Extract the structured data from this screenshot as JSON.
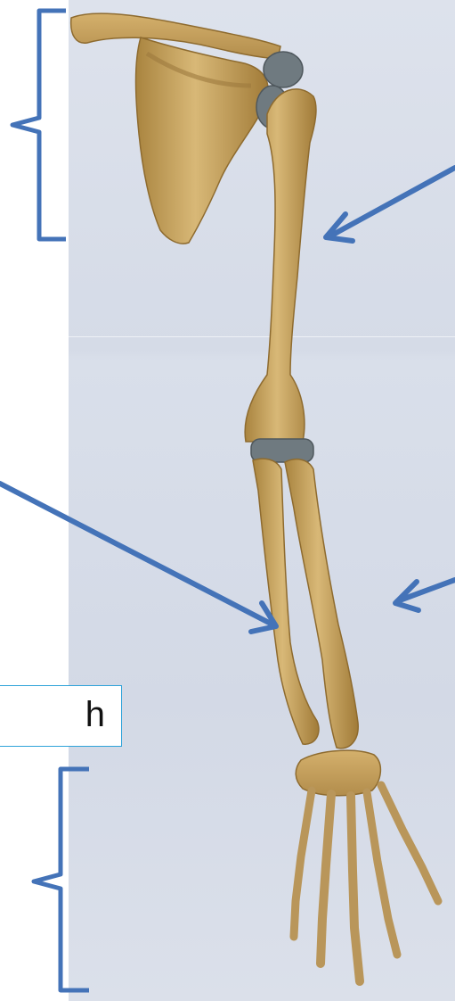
{
  "diagram": {
    "subject": "arm-skeleton-illustration",
    "label_text": "h",
    "colors": {
      "background": "#d9dfea",
      "bone": "#c9a464",
      "bone_shadow": "#9c7a3d",
      "cartilage": "#6f7a80",
      "pointer": "#4473b8",
      "label_border": "#2fa3d9"
    },
    "pointers": [
      {
        "name": "humerus-pointer"
      },
      {
        "name": "ulna-pointer"
      },
      {
        "name": "radius-pointer"
      }
    ],
    "brackets": [
      {
        "name": "shoulder-girdle-bracket"
      },
      {
        "name": "hand-bracket"
      }
    ]
  }
}
